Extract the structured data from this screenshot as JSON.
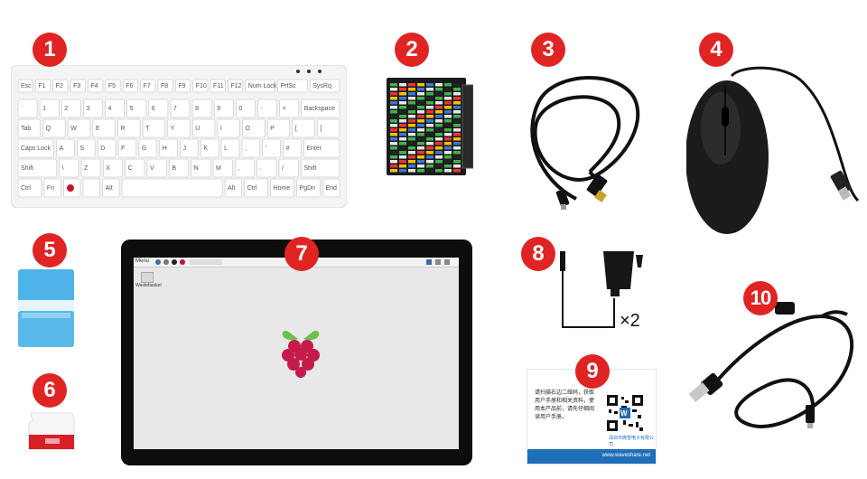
{
  "badges": [
    "1",
    "2",
    "3",
    "4",
    "5",
    "6",
    "7",
    "8",
    "9",
    "10"
  ],
  "keyboard": {
    "row1": [
      "Esc",
      "F1",
      "F2",
      "F3",
      "F4",
      "F5",
      "F6",
      "F7",
      "F8",
      "F9",
      "F10",
      "F11",
      "F12",
      "Num Lock",
      "PrtSc",
      "SysRq"
    ],
    "row2": [
      "`",
      "1",
      "2",
      "3",
      "4",
      "5",
      "6",
      "7",
      "8",
      "9",
      "0",
      "-",
      "=",
      "Backspace"
    ],
    "row3": [
      "Tab",
      "Q",
      "W",
      "E",
      "R",
      "T",
      "Y",
      "U",
      "I",
      "O",
      "P",
      "[",
      "]"
    ],
    "row4": [
      "Caps Lock",
      "A",
      "S",
      "D",
      "F",
      "G",
      "H",
      "J",
      "K",
      "L",
      ";",
      "'",
      "#",
      "Enter"
    ],
    "row5": [
      "Shift",
      "\\",
      "Z",
      "X",
      "C",
      "V",
      "B",
      "N",
      "M",
      ",",
      ".",
      "/",
      "Shift"
    ],
    "row6": [
      "Ctrl",
      "Fn",
      "",
      "",
      "Alt",
      "",
      "Alt",
      "Ctrl",
      "Home",
      "PgDn",
      "End"
    ]
  },
  "screen": {
    "menu_label": "Menu",
    "folder_label": "Wastebasket"
  },
  "power_adapter": {
    "quantity_label": "×2"
  },
  "card": {
    "text_lines": [
      "请扫描右边二维码，获取",
      "用户手册和相关资料，使",
      "用本产品前，请先仔细阅",
      "读用户手册。"
    ],
    "footer": "www.waveshare.net",
    "company": "深圳市微雪电子有限公司",
    "qr_logo": "W"
  },
  "colors": {
    "badge": "#e02424",
    "brand_red": "#c8102e",
    "card_blue": "#1f6fb8"
  }
}
